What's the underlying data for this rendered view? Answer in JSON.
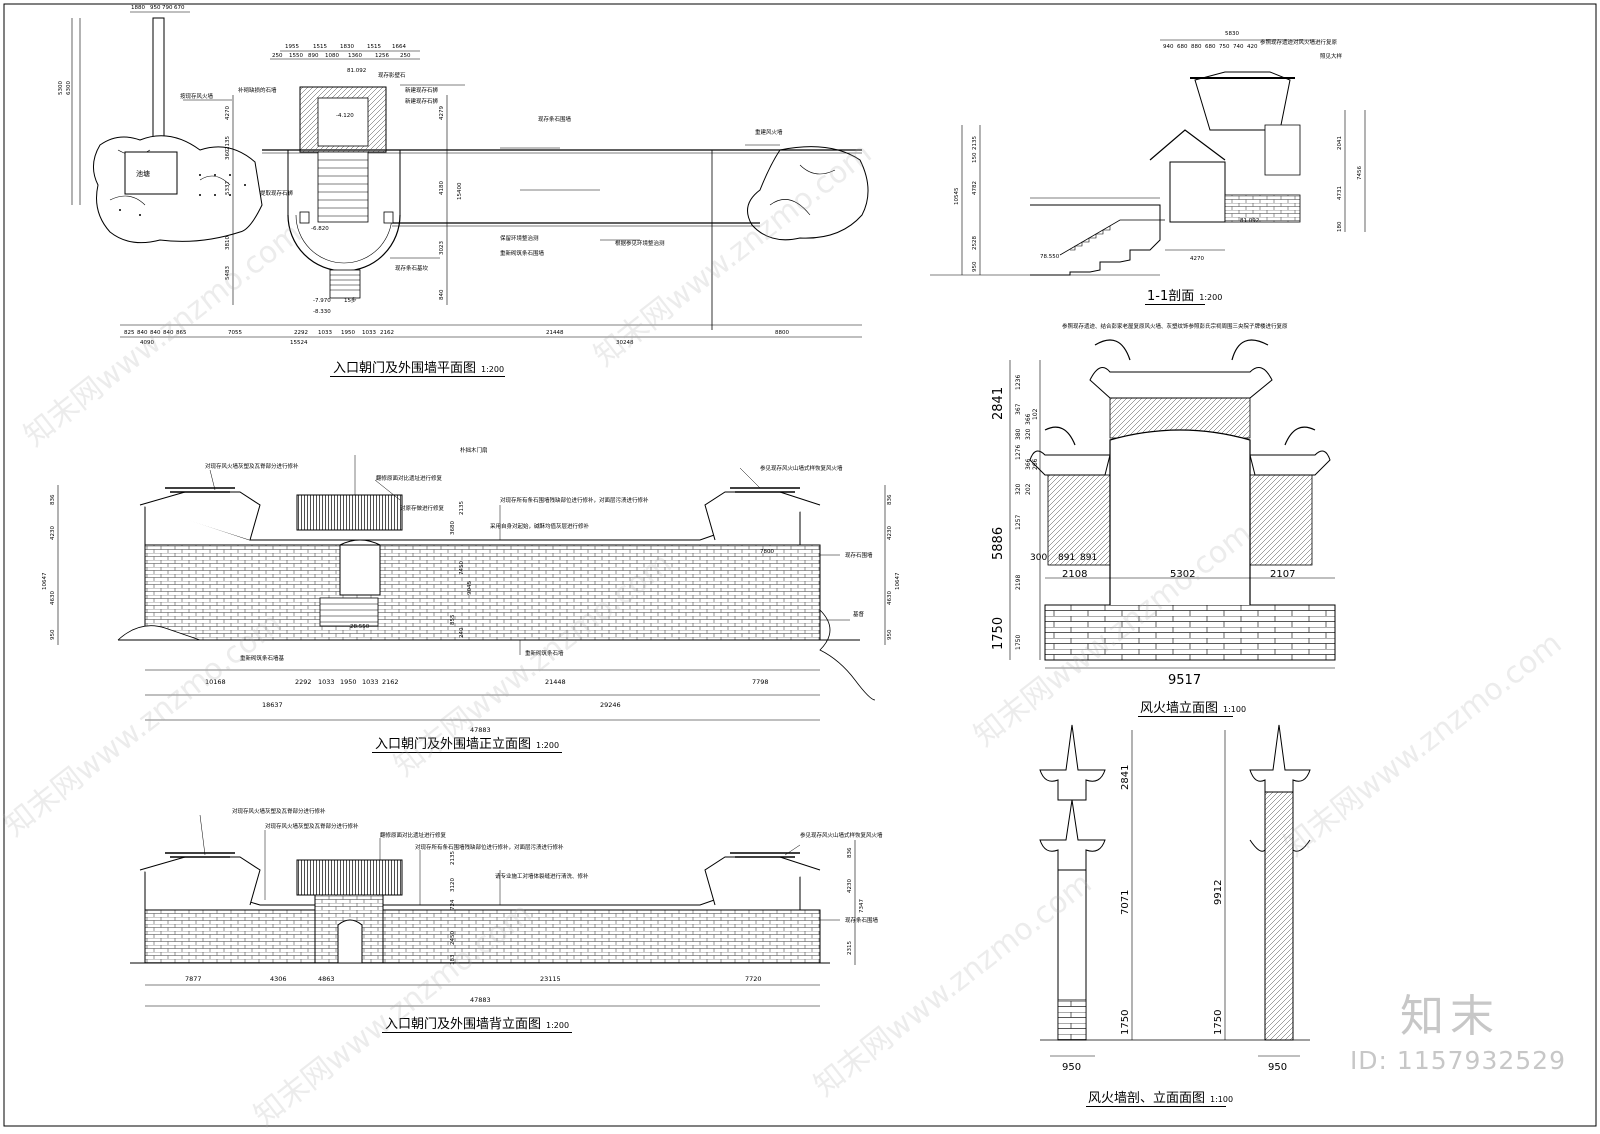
{
  "titles": {
    "plan": "入口朝门及外围墙平面图",
    "plan_scale": "1:200",
    "front": "入口朝门及外围墙正立面图",
    "front_scale": "1:200",
    "back": "入口朝门及外围墙背立面图",
    "back_scale": "1:200",
    "section": "1-1剖面",
    "section_scale": "1:200",
    "firewall": "风火墙立面图",
    "firewall_scale": "1:100",
    "firewall_sec": "风火墙剖、立面面图",
    "firewall_sec_scale": "1:100"
  },
  "plan": {
    "top_dims": [
      "1880",
      "950",
      "790",
      "670"
    ],
    "top_dims2": [
      "1955",
      "1515",
      "1830",
      "1515",
      "1664"
    ],
    "top_dims3": [
      "250",
      "1550",
      "890",
      "1080",
      "1360",
      "1256",
      "250"
    ],
    "left_dims": [
      "5300",
      "6300"
    ],
    "elev_marks": [
      "81.092",
      "-4.120",
      "-6.820",
      "-7.970",
      "-8.330"
    ],
    "step_label": "15步",
    "notes": [
      "现存影壁石",
      "补砌缺损的石墙",
      "新建现存石狮",
      "按现存风火墙",
      "现存条石围墙",
      "重建风火墙",
      "新建现存石狮",
      "提取现存石狮",
      "保留环境整治测",
      "重新砌筑条石围墙",
      "根据参见环境整治测",
      "现存条石基坎"
    ],
    "pond_label": "池塘",
    "right_dims_a": [
      "4270",
      "2135",
      "360",
      "5337",
      "3810",
      "5483"
    ],
    "right_dims_b": [
      "4279",
      "4180",
      "15400",
      "3023",
      "840"
    ],
    "bottom_dims_1": [
      "825",
      "840",
      "840",
      "840",
      "865",
      "7055",
      "2292",
      "1033",
      "1950",
      "1033",
      "2162",
      "21448",
      "8800"
    ],
    "bottom_dims_2": [
      "4090",
      "15524",
      "30248"
    ]
  },
  "front": {
    "notes": [
      "对现存风火墙灰塑及瓦脊部分进行修补",
      "朴拙木门扇",
      "翻修原面对比遗址进行修复",
      "对原存做进行修复",
      "对现存所有条石围墙残缺部位进行修补，对面层污渍进行修补",
      "采用自身对起始，碱酥均值灰层进行修补",
      "参见现存风火山墙式样恢复风火墙",
      "现存石围墙",
      "基督",
      "重新砌筑条石墙",
      "重新砌筑条石墙基",
      "28.550"
    ],
    "left_dims": [
      "836",
      "4230",
      "10647",
      "4630",
      "950"
    ],
    "mid_dims": [
      "2135",
      "3680",
      "7450",
      "9045",
      "855",
      "240"
    ],
    "right_dims": [
      "836",
      "4230",
      "10647",
      "4630",
      "950"
    ],
    "inner_dim": "7800",
    "bottom_dims_1": [
      "10168",
      "2292",
      "1033",
      "1950",
      "1033",
      "2162",
      "21448",
      "7798"
    ],
    "bottom_dims_2": [
      "18637",
      "29246"
    ],
    "bottom_dims_3": [
      "47883"
    ]
  },
  "back": {
    "notes": [
      "对现存风火墙灰塑及瓦脊部分进行修补",
      "对现存风火墙灰塑及瓦脊部分进行修补",
      "翻修原面对比遗址进行修复",
      "对现存所有条石围墙残缺部位进行修补，对面层污渍进行修补",
      "请专业施工对墙体裂缝进行清洗、修补",
      "参见现存风火山墙式样恢复风火墙",
      "现存条石围墙"
    ],
    "mid_dims": [
      "2135",
      "3120",
      "724",
      "2450",
      "183"
    ],
    "right_dims": [
      "836",
      "4230",
      "7347",
      "2315"
    ],
    "bottom_dims_1": [
      "7877",
      "4306",
      "4863",
      "23115",
      "7720"
    ],
    "bottom_dims_2": [
      "47883"
    ]
  },
  "section": {
    "top_dims": [
      "5830",
      "940",
      "680",
      "880",
      "680",
      "750",
      "740",
      "420"
    ],
    "notes": [
      "参照现存遗迹对风火墙进行复原",
      "照见大样"
    ],
    "left_dims": [
      "2135",
      "150",
      "4782",
      "10545",
      "2528",
      "950"
    ],
    "right_dims": [
      "2041",
      "4731",
      "7456",
      "180"
    ],
    "bottom_dim": "4270",
    "elevs": [
      "81.092",
      "78.550"
    ]
  },
  "firewall": {
    "note": "参照现存遗迹、结合彭家老屋复原风火墙、灰塑纹饰参照彭氏宗祠周围三央院子牌楼进行复原",
    "left_big_dims": [
      "2841",
      "5886",
      "1750"
    ],
    "left_small_dims": [
      "1236",
      "367",
      "366",
      "102",
      "380",
      "320",
      "1276",
      "366",
      "266",
      "320",
      "202",
      "1257",
      "2198",
      "1750"
    ],
    "inner_dims": [
      "300",
      "891",
      "891"
    ],
    "bottom_dims": [
      "2108",
      "5302",
      "2107"
    ],
    "total": "9517"
  },
  "firewall_sec": {
    "left_dims": [
      "2841",
      "7071",
      "1750"
    ],
    "right_dims": [
      "9912",
      "1750"
    ],
    "bottom_left": "950",
    "bottom_right": "950"
  },
  "watermark": {
    "logo": "知末",
    "id": "ID: 1157932529",
    "diag_text": "知末网www.znzmo.com"
  }
}
